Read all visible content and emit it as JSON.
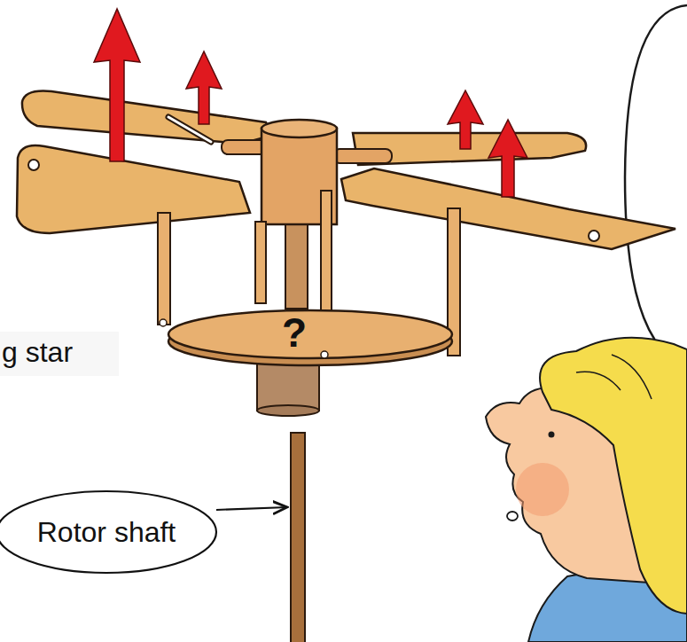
{
  "diagram": {
    "nodes": [
      {
        "text": [
          "Rotor shaft"
        ]
      }
    ],
    "labels": [
      "g star",
      "?"
    ]
  }
}
